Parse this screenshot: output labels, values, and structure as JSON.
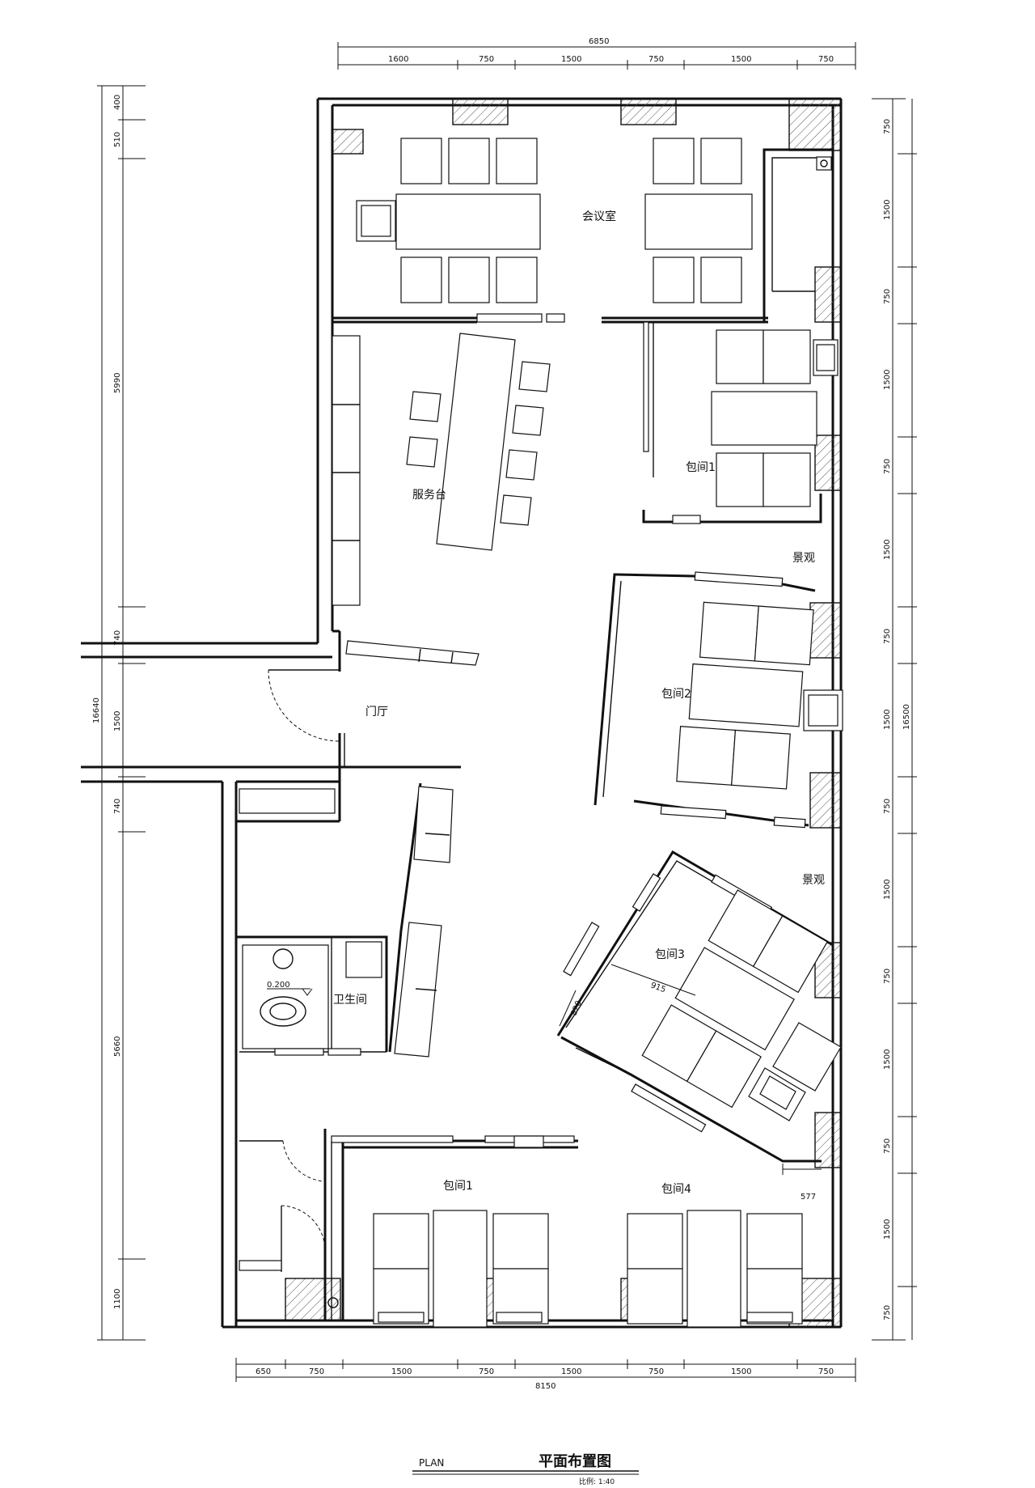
{
  "rooms": {
    "meeting": "会议室",
    "service": "服务台",
    "room1_top": "包间1",
    "landscape_top": "景观",
    "room2": "包间2",
    "foyer": "门厅",
    "landscape_mid": "景观",
    "room3": "包间3",
    "washroom": "卫生间",
    "room1_bottom": "包间1",
    "room4": "包间4"
  },
  "small_dims": {
    "d820": "820",
    "d915": "915",
    "d577": "577",
    "floor_level": "0.200"
  },
  "top_dims": {
    "total": "6850",
    "segments": [
      "1600",
      "750",
      "1500",
      "750",
      "1500",
      "750"
    ]
  },
  "bottom_dims": {
    "total": "8150",
    "segments": [
      "650",
      "750",
      "1500",
      "750",
      "1500",
      "750",
      "1500",
      "750"
    ]
  },
  "left_dims": {
    "total": "16640",
    "segments": [
      "400",
      "510",
      "5990",
      "740",
      "1500",
      "740",
      "5660",
      "1100"
    ]
  },
  "right_dims": {
    "total": "16500",
    "segments": [
      "750",
      "1500",
      "750",
      "1500",
      "750",
      "1500",
      "750",
      "1500",
      "750",
      "1500",
      "750",
      "1500",
      "750",
      "1500",
      "750"
    ]
  },
  "title_block": {
    "plan": "PLAN",
    "title": "平面布置图",
    "scale": "比例: 1:40"
  }
}
